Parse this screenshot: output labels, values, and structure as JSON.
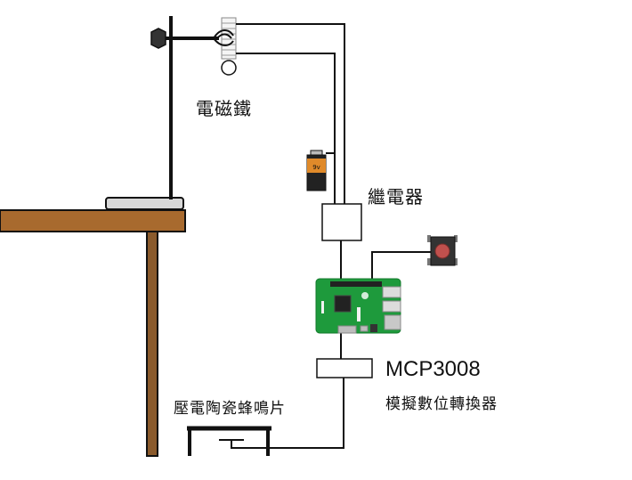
{
  "labels": {
    "electromagnet": "電磁鐵",
    "relay": "繼電器",
    "adc": "MCP3008",
    "adc_desc": "模擬數位轉換器",
    "piezo": "壓電陶瓷蜂鳴片"
  },
  "battery": {
    "marking": "9v"
  },
  "colors": {
    "wire": "#111111",
    "table_top": "#a86a2e",
    "table_leg": "#8a5a2c",
    "board": "#1e9a3c",
    "button_cap": "#c0504d"
  }
}
